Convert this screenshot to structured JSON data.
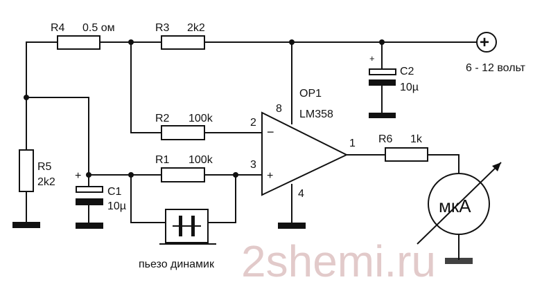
{
  "watermark": "2shemi.ru",
  "components": {
    "r4": {
      "ref": "R4",
      "value": "0.5 ом"
    },
    "r3": {
      "ref": "R3",
      "value": "2k2"
    },
    "r2": {
      "ref": "R2",
      "value": "100k"
    },
    "r1": {
      "ref": "R1",
      "value": "100k"
    },
    "r5": {
      "ref": "R5",
      "value": "2k2"
    },
    "r6": {
      "ref": "R6",
      "value": "1k"
    },
    "c1": {
      "ref": "C1",
      "value": "10µ",
      "polarity": "+"
    },
    "c2": {
      "ref": "C2",
      "value": "10µ",
      "polarity": "+"
    },
    "op1": {
      "ref": "OP1",
      "value": "LM358",
      "pins": {
        "inv": "2",
        "noninv": "3",
        "out": "1",
        "vcc": "8",
        "gnd": "4"
      },
      "inv_sign": "−",
      "noninv_sign": "+"
    },
    "meter": {
      "label": "мкА"
    },
    "piezo": {
      "label": "пьезо динамик"
    },
    "supply": {
      "symbol": "+",
      "label": "6 - 12 вольт"
    }
  }
}
